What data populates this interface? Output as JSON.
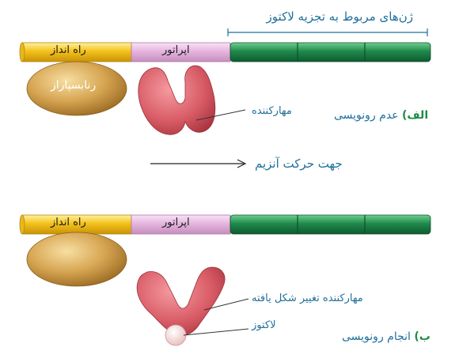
{
  "top_label": "ژن‌های مربوط به تجزیه لاکتوز",
  "panel_a": {
    "promoter_label": "راه انداز",
    "operator_label": "اپراتور",
    "polymerase_label": "رنابسپاراز",
    "repressor_label": "مهارکننده",
    "caption_letter": "الف)",
    "caption_text": "عدم رونویسی",
    "direction_label": "جهت حرکت آنزیم"
  },
  "panel_b": {
    "promoter_label": "راه انداز",
    "operator_label": "اپراتور",
    "modified_repressor_label": "مهارکننده تغییر شکل یافته",
    "lactose_label": "لاکتوز",
    "caption_letter": "ب)",
    "caption_text": "انجام رونویسی"
  },
  "colors": {
    "promoter": "#f3c21a",
    "operator": "#e3b1dc",
    "gene": "#1f8a4c",
    "polymerase": "#c9973f",
    "repressor": "#d85c66",
    "lactose": "#f6dede",
    "label_blue": "#1f6f9a",
    "caption_green": "#1e8a45"
  }
}
